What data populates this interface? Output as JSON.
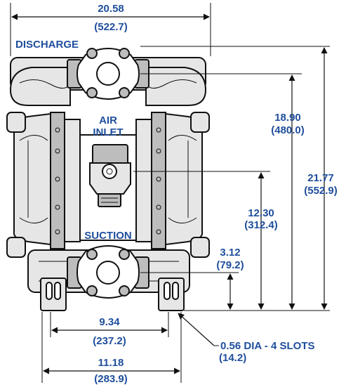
{
  "labels": {
    "discharge": "DISCHARGE",
    "air_line1": "AIR",
    "air_line2": "INLET",
    "suction": "SUCTION"
  },
  "dimensions": {
    "overall_width": {
      "in": "20.58",
      "mm": "(522.7)"
    },
    "discharge_height": {
      "in": "18.90",
      "mm": "(480.0)"
    },
    "overall_height": {
      "in": "21.77",
      "mm": "(552.9)"
    },
    "air_inlet_height": {
      "in": "12.30",
      "mm": "(312.4)"
    },
    "suction_height": {
      "in": "3.12",
      "mm": "(79.2)"
    },
    "inner_mount_width": {
      "in": "9.34",
      "mm": "(237.2)"
    },
    "outer_mount_width": {
      "in": "11.18",
      "mm": "(283.9)"
    },
    "slots": {
      "in": "0.56 DIA - 4 SLOTS",
      "mm": "(14.2)"
    }
  },
  "colors": {
    "label": "#1f4e9c",
    "line": "#111111",
    "body": "#e6e6e6"
  }
}
